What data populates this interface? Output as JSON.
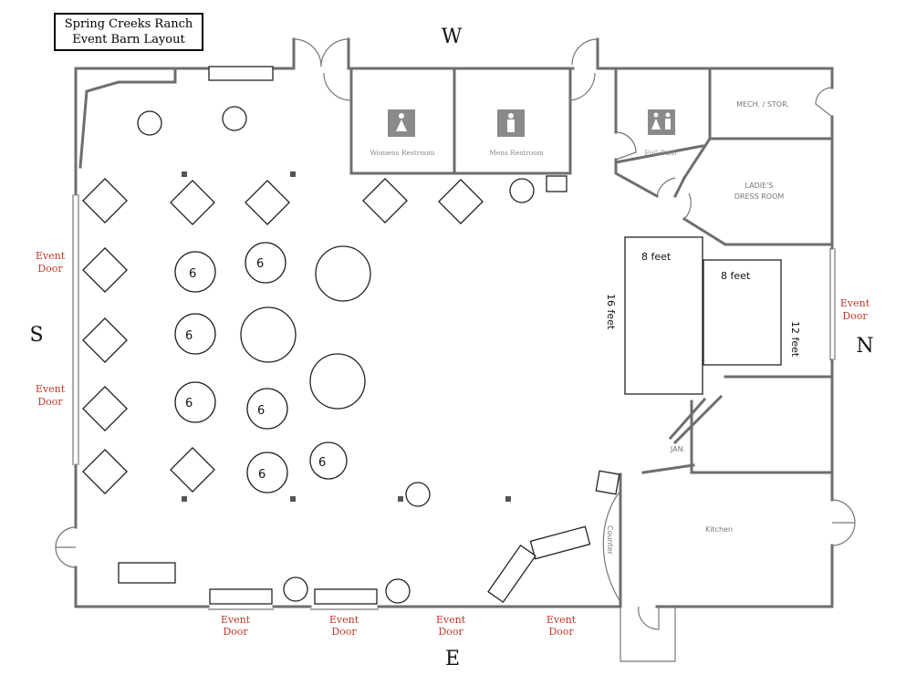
{
  "title": {
    "line1": "Spring Creeks Ranch",
    "line2": "Event Barn Layout"
  },
  "compass": {
    "west": "W",
    "south": "S",
    "north": "N",
    "east": "E"
  },
  "rooms": {
    "womens_restroom": "Womens Restroom",
    "mens_restroom": "Mens Restroom",
    "full_bath": "Full Bath",
    "mech_stor": "MECH. / STOR.",
    "ladies_dress_line1": "LADIE'S",
    "ladies_dress_line2": "DRESS ROOM",
    "jan": "JAN.",
    "kitchen": "Kitchen",
    "counter": "Counter"
  },
  "event_door": {
    "line1": "Event",
    "line2": "Door"
  },
  "table_seat_label": "6",
  "stage": {
    "width_16": "16 feet",
    "width_8a": "8 feet",
    "width_8b": "8 feet",
    "width_12": "12 feet"
  },
  "colors": {
    "door_label": "#c0392b",
    "walls": "#6e6e6e"
  }
}
